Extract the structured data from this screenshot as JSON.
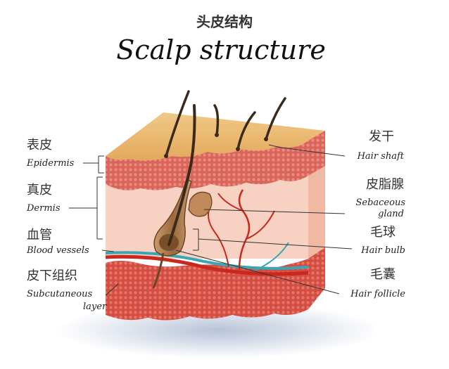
{
  "title_cn": "头皮结构",
  "title_en": "Scalp structure",
  "labels": {
    "epidermis": {
      "cn": "表皮",
      "en": "Epidermis"
    },
    "dermis": {
      "cn": "真皮",
      "en": "Dermis"
    },
    "blood_vessels": {
      "cn": "血管",
      "en": "Blood vessels"
    },
    "subcutaneous": {
      "cn": "皮下组织",
      "en_line1": "Subcutaneous",
      "en_line2": "layer"
    },
    "hair_shaft": {
      "cn": "发干",
      "en": "Hair shaft"
    },
    "sebaceous": {
      "cn": "皮脂腺",
      "en_line1": "Sebaceous",
      "en_line2": "gland"
    },
    "hair_bulb": {
      "cn": "毛球",
      "en": "Hair bulb"
    },
    "hair_follicle": {
      "cn": "毛囊",
      "en": "Hair follicle"
    }
  },
  "colors": {
    "surface": "#e8b76a",
    "epidermis": "#d9655a",
    "dermis": "#f7d2c3",
    "dermis_side": "#f0b9a4",
    "subcutaneous": "#d9554b",
    "vessel_red": "#c8281e",
    "vessel_blue": "#39a6b3",
    "follicle": "#b07b4a",
    "hair": "#3b2a1a"
  }
}
